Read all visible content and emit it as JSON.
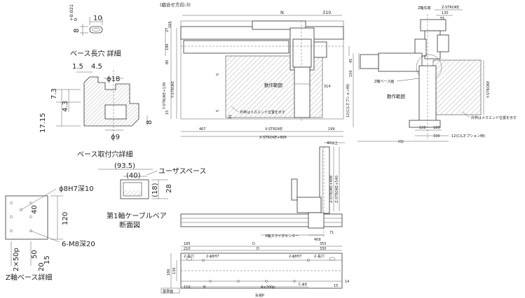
{
  "texts": {
    "combo_direction": "(組合せ方向:3)",
    "slot_detail_title": "ベース長穴 詳細",
    "mount_hole_detail_title": "ベース取付穴詳細",
    "user_space": "ユーザスペース",
    "cable_bear_section_l1": "第1軸ケーブルベア",
    "cable_bear_section_l2": "断面図",
    "z_base_detail_title": "Z軸ベース詳細",
    "arrow_view": "矢視P",
    "operating_range": "動作範囲",
    "outer_frame_note": "外枠はメカエンド位置を示す",
    "z_axis_tip": "Z軸先端",
    "z_axis_base": "Z軸ベース面",
    "x_slider_center": "X軸スライダセンター",
    "reference_face": "基準面",
    "dims": {
      "d8": "8",
      "tol_plus": "+0.021",
      "tol_zero": "0",
      "d10": "10",
      "d1_5": "1.5",
      "d4_5": "4.5",
      "phi18": "ϕ18",
      "d7_3": "7.3",
      "d4_3": "4.3",
      "d17_15": "17.15",
      "d8b": "8",
      "phi9": "ϕ9",
      "d93_5": "(93.5)",
      "d40": "(40)",
      "d18": "(18)",
      "d28": "28",
      "phi8h7": "ϕ8H7深10",
      "d120": "120",
      "d40b": "40",
      "d50": "50",
      "m8": "6-M8深20",
      "d15": "15",
      "d202": "20",
      "d2x50": "2×50p",
      "N": "N",
      "d310": "310",
      "d467": "467",
      "x_stroke": "X-STROKE",
      "x_stroke_666": "X-STROKE+666",
      "d199": "199",
      "y_stroke_139": "Y-STROKE+139",
      "y_stroke": "Y-STROKE",
      "d314": "314",
      "d196": "196",
      "d80": "80",
      "d15b": "15",
      "d5": "5",
      "d5b": "5",
      "d27": "27",
      "d15c": "15",
      "d165": "165",
      "z_stroke": "Z-STROKE",
      "d130": "130",
      "d55": "55",
      "d150": "150",
      "d45": "45",
      "y_stroke_r": "Y-STROKE",
      "d12cl": "12(C/Lオプション時)",
      "d12cl2": "12(C/Lオプション時)",
      "d150b": "150",
      "d180": "180",
      "d330": "330",
      "Q": "(Q)",
      "d40up": "40以上",
      "z_stroke_408": "Z-STROKE+408",
      "z_stroke_540": "Z-STROKE+540",
      "d409": "409",
      "d71": "71",
      "d185": "185",
      "d210": "210",
      "D": "D",
      "D2": "D",
      "d355": "355",
      "d330b": "330",
      "two_long": "2-長穴",
      "two_phi8h7": "2-ϕ8H7",
      "two_phi8h7b": "2-ϕ8H7",
      "two_long_b": "2-長穴",
      "d186": "186",
      "d130b": "130",
      "d110": "110",
      "B": "B",
      "a200": "A×200p",
      "c_phi9": "C-ϕ9",
      "d15d": "15",
      "d14": "14"
    }
  },
  "colors": {
    "line": "#333333",
    "hatch": "#9a9a9a"
  }
}
